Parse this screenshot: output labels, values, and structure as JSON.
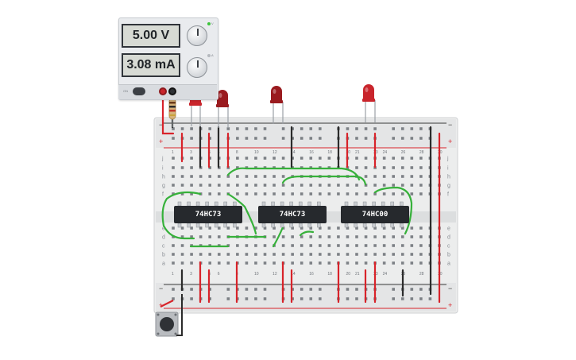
{
  "power_supply": {
    "voltage": "5.00 V",
    "current": "3.08 mA",
    "tiny_label_volts": "V",
    "tiny_label_amps": "A",
    "switch_label": "ON"
  },
  "chips": [
    {
      "label": "74HC73"
    },
    {
      "label": "74HC73"
    },
    {
      "label": "74HC00"
    }
  ],
  "breadboard": {
    "row_labels_top": [
      "j",
      "i",
      "h",
      "g",
      "f"
    ],
    "row_labels_bottom": [
      "e",
      "d",
      "c",
      "b",
      "a"
    ],
    "column_numbers": [
      "1",
      "",
      "3",
      "",
      "5",
      "6",
      "",
      "8",
      "",
      "10",
      "",
      "12",
      "",
      "14",
      "",
      "16",
      "",
      "18",
      "",
      "20",
      "21",
      "",
      "23",
      "24",
      "",
      "26",
      "",
      "28",
      "",
      "30"
    ],
    "rail_minus": "−",
    "rail_plus": "+"
  },
  "colors": {
    "wire_red": "#d8232a",
    "wire_black": "#2b2b2b",
    "wire_green": "#36b13a",
    "led_red": "#c9252c",
    "led_dark_red": "#9a1b1f",
    "board": "#eceded"
  },
  "icons": {
    "voltage_knob": "rotary-knob-icon",
    "current_knob": "rotary-knob-icon",
    "pushbutton": "tactile-pushbutton-icon",
    "resistor": "resistor-icon",
    "led": "led-icon"
  }
}
